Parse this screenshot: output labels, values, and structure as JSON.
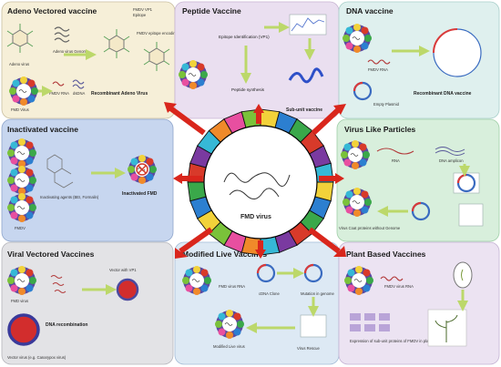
{
  "center": {
    "label": "FMD virus"
  },
  "panels": {
    "adeno": {
      "title": "Adeno Vectored vaccine",
      "labels": {
        "adeno_virus": "Adeno virus",
        "adeno_genome": "Adeno virus Genome",
        "fmdv_vp1": "FMDV VP1",
        "epitope": "Epitope",
        "fmdv_epitope_gene": "FMDV epitope encoding gene",
        "fmd_virus": "FMD Virus",
        "fmdv_rna": "FMDV RNA",
        "dsdna": "dsDNA",
        "recombinant": "Recombinant Adeno Virus"
      }
    },
    "peptide": {
      "title": "Peptide Vaccine",
      "labels": {
        "epitope_id": "Epitope Identification (VP1)",
        "peptide_synthesis": "Peptide synthesis",
        "subunit": "Sub-unit vaccine"
      }
    },
    "dna": {
      "title": "DNA vaccine",
      "labels": {
        "fmdv_rna": "FMDV RNA",
        "empty_plasmid": "Empty Plasmid",
        "recombinant": "Recombinant DNA vaccine"
      }
    },
    "inactivated": {
      "title": "Inactivated vaccine",
      "labels": {
        "fmdv": "FMDV",
        "agents": "Inactivating agents (BEI, Formalin)",
        "inactivated_fmd": "Inactivated FMD"
      }
    },
    "vlp": {
      "title": "Virus Like Particles",
      "labels": {
        "rna": "RNA",
        "dna_amplicon": "DNA amplicon",
        "coat": "Virus Coat proteins without Genome"
      }
    },
    "viral_vectored": {
      "title": "Viral Vectored Vaccines",
      "labels": {
        "fmd_virus": "FMD virus",
        "vector_vp1": "Vector with VP1",
        "dna_recomb": "DNA recombination",
        "vector_virus": "Vector virus (e.g. Canarypox virus)"
      }
    },
    "mlv": {
      "title": "Modified Live Vaccines",
      "labels": {
        "fmd_rna": "FMD virus RNA",
        "cdna": "cDNA Clone",
        "mutation": "Mutation in genome",
        "modified": "Modified Live virus",
        "rescue": "Virus Rescue"
      }
    },
    "plant": {
      "title": "Plant Based Vaccines",
      "labels": {
        "fmdv_rna": "FMDV virus RNA",
        "expression": "Expression of sub-unit proteins of FMDV in plants"
      }
    }
  },
  "colors": {
    "adeno_bg": "#f6efd8",
    "peptide_bg": "#eadff0",
    "dna_bg": "#dff0ee",
    "inactivated_bg": "#c7d6ef",
    "vlp_bg": "#d8efdc",
    "viral_bg": "#e3e3e6",
    "mlv_bg": "#dde9f4",
    "plant_bg": "#ece3f2",
    "arrow": "#d9261c",
    "flow_arrow": "#c6e07e"
  }
}
